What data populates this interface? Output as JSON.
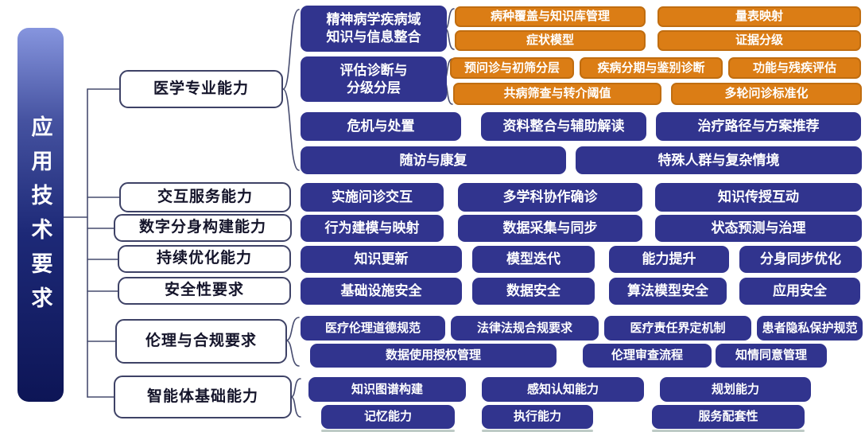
{
  "diagram": {
    "root_label": "应用技术要求",
    "branches": [
      {
        "label": "医学专业能力",
        "sub": [
          {
            "label": "精神病学疾病域\n知识与信息整合",
            "children": [
              "病种覆盖与知识库管理",
              "量表映射",
              "症状模型",
              "证据分级"
            ]
          },
          {
            "label": "评估诊断与\n分级分层",
            "children": [
              "预问诊与初筛分层",
              "疾病分期与鉴别诊断",
              "功能与残疾评估",
              "共病筛查与转介阈值",
              "多轮问诊标准化"
            ]
          },
          {
            "label": "危机与处置"
          },
          {
            "label": "资料整合与辅助解读"
          },
          {
            "label": "治疗路径与方案推荐"
          },
          {
            "label": "随访与康复"
          },
          {
            "label": "特殊人群与复杂情境"
          }
        ]
      },
      {
        "label": "交互服务能力",
        "children": [
          "实施问诊交互",
          "多学科协作确诊",
          "知识传授互动"
        ]
      },
      {
        "label": "数字分身构建能力",
        "children": [
          "行为建模与映射",
          "数据采集与同步",
          "状态预测与治理"
        ]
      },
      {
        "label": "持续优化能力",
        "children": [
          "知识更新",
          "模型迭代",
          "能力提升",
          "分身同步优化"
        ]
      },
      {
        "label": "安全性要求",
        "children": [
          "基础设施安全",
          "数据安全",
          "算法模型安全",
          "应用安全"
        ]
      },
      {
        "label": "伦理与合规要求",
        "children": [
          "医疗伦理道德规范",
          "法律法规合规要求",
          "医疗责任界定机制",
          "患者隐私保护规范",
          "数据使用授权管理",
          "伦理审查流程",
          "知情同意管理"
        ]
      },
      {
        "label": "智能体基础能力",
        "children": [
          "知识图谱构建",
          "感知认知能力",
          "规划能力",
          "记忆能力",
          "执行能力",
          "服务配套性"
        ]
      }
    ],
    "colors": {
      "node_blue": "#31348E",
      "node_orange": "#DB7D15",
      "bar_gradient_top": "#8695DE",
      "bar_gradient_bottom": "#0D1556",
      "connector_line": "#474C6F"
    }
  }
}
